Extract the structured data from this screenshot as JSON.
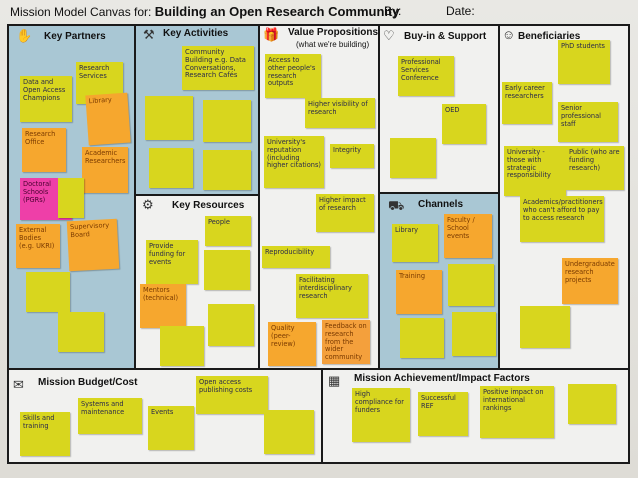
{
  "header": {
    "prefix": "Mission Model Canvas for:",
    "title": "Building an Open Research Community",
    "by": "By:",
    "date": "Date:"
  },
  "sections": {
    "key_partners": {
      "title": "Key Partners",
      "icon": "handshake-icon"
    },
    "key_activities": {
      "title": "Key Activities",
      "icon": "person-working-icon"
    },
    "value_propositions": {
      "title": "Value Propositions",
      "subtitle": "(what we're building)",
      "icon": "gift-icon"
    },
    "buy_in_support": {
      "title": "Buy-in & Support",
      "icon": "heart-icon"
    },
    "beneficiaries": {
      "title": "Beneficiaries",
      "icon": "person-icon"
    },
    "key_resources": {
      "title": "Key Resources",
      "icon": "worker-icon"
    },
    "channels": {
      "title": "Channels",
      "icon": "truck-icon"
    },
    "budget_cost": {
      "title": "Mission Budget/Cost",
      "icon": "receipt-icon"
    },
    "achievement": {
      "title": "Mission Achievement/Impact Factors",
      "icon": "cash-register-icon"
    }
  },
  "notes": {
    "kp1": "Data and Open Access Champions",
    "kp2": "Research Services",
    "kp3": "Library",
    "kp4": "Research Office",
    "kp5": "Academic Researchers",
    "kp6": "Doctoral Schools (PGRs)",
    "kp7": "External Bodies (e.g. UKRI)",
    "kp8": "Supervisory Board",
    "ka1": "Community Building e.g. Data Conversations, Research Cafés",
    "kr1": "People",
    "kr2": "Provide funding for events",
    "kr3": "Mentors (technical)",
    "vp1": "Access to other people's research outputs",
    "vp2": "Higher visibility of research",
    "vp3": "University's reputation (including higher citations)",
    "vp4": "Integrity",
    "vp5": "Higher impact of research",
    "vp6": "Reproducibility",
    "vp7": "Facilitating interdisciplinary research",
    "vp8": "Quality (peer-review)",
    "vp9": "Feedback on research from the wider community",
    "bs1": "Professional Services Conference",
    "bs2": "OED",
    "ch1": "Library",
    "ch2": "Faculty / School events",
    "ch3": "Training",
    "be1": "PhD students",
    "be2": "Early career researchers",
    "be3": "Senior professional staff",
    "be4": "University - those with strategic responsibility",
    "be5": "Public (who are funding research)",
    "be6": "Academics/practitioners who can't afford to pay to access research",
    "be7": "Undergraduate research projects",
    "bc1": "Open access publishing costs",
    "bc2": "Systems and maintenance",
    "bc3": "Skills and training",
    "bc4": "Events",
    "ma1": "High compliance for funders",
    "ma2": "Successful REF",
    "ma3": "Positive impact on international rankings"
  },
  "colors": {
    "panel_blue": "#a9c7d4",
    "panel_white": "#f1f1ef",
    "note_yellow": "#d8d61e",
    "note_orange": "#f6a72e",
    "note_pink": "#ee3fa8"
  }
}
